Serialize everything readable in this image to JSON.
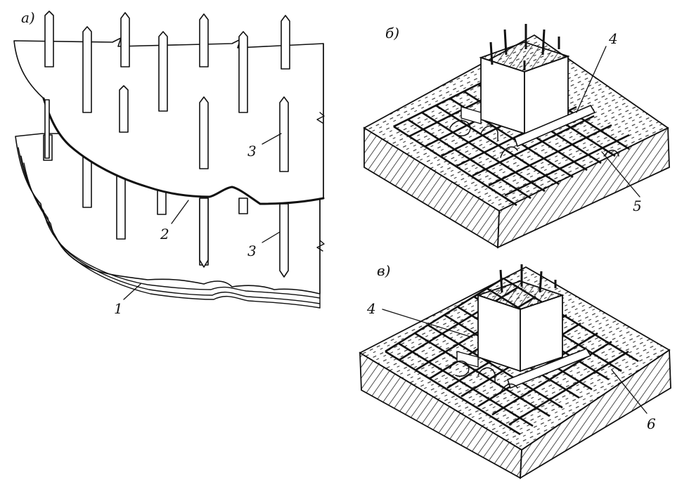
{
  "panels": {
    "a": {
      "label": "а)"
    },
    "b": {
      "label": "б)"
    },
    "v": {
      "label": "в)"
    }
  },
  "callouts": {
    "c1": "1",
    "c2": "2",
    "c3a": "3",
    "c3b": "3",
    "c4b": "4",
    "c5": "5",
    "c4v": "4",
    "c6": "6"
  }
}
